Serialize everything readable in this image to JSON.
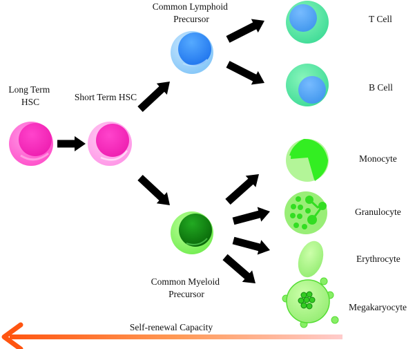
{
  "title": "Hematopoietic stem cell differentiation hierarchy",
  "nodes": {
    "lt_hsc": {
      "label_lines": [
        "Long Term",
        "HSC"
      ],
      "color": "#ff33cc"
    },
    "st_hsc": {
      "label_lines": [
        "Short Term HSC"
      ],
      "color": "#ff55dd"
    },
    "clp": {
      "label_lines": [
        "Common Lymphoid",
        "Precursor"
      ],
      "color": "#3399ff"
    },
    "cmp": {
      "label_lines": [
        "Common Myeloid",
        "Precursor"
      ],
      "color": "#118811"
    },
    "t_cell": {
      "label_lines": [
        "T Cell"
      ],
      "color": "#55ee99"
    },
    "b_cell": {
      "label_lines": [
        "B Cell"
      ],
      "color": "#55ee99"
    },
    "monocyte": {
      "label_lines": [
        "Monocyte"
      ],
      "color": "#33ee33"
    },
    "granulocyte": {
      "label_lines": [
        "Granulocyte"
      ],
      "color": "#33ee33"
    },
    "erythrocyte": {
      "label_lines": [
        "Erythrocyte"
      ],
      "color": "#88ee66"
    },
    "megakaryocyte": {
      "label_lines": [
        "Megakaryocyte"
      ],
      "color": "#88ee66"
    }
  },
  "edges": [
    {
      "from": "Long Term HSC",
      "to": "Short Term HSC"
    },
    {
      "from": "Short Term HSC",
      "to": "Common Lymphoid Precursor"
    },
    {
      "from": "Short Term HSC",
      "to": "Common Myeloid Precursor"
    },
    {
      "from": "Common Lymphoid Precursor",
      "to": "T Cell"
    },
    {
      "from": "Common Lymphoid Precursor",
      "to": "B Cell"
    },
    {
      "from": "Common Myeloid Precursor",
      "to": "Monocyte"
    },
    {
      "from": "Common Myeloid Precursor",
      "to": "Granulocyte"
    },
    {
      "from": "Common Myeloid Precursor",
      "to": "Erythrocyte"
    },
    {
      "from": "Common Myeloid Precursor",
      "to": "Megakaryocyte"
    }
  ],
  "axis": {
    "label": "Self-renewal Capacity",
    "direction": "right-to-left",
    "color_start": "#ff5511",
    "color_end": "#ffcccc"
  }
}
